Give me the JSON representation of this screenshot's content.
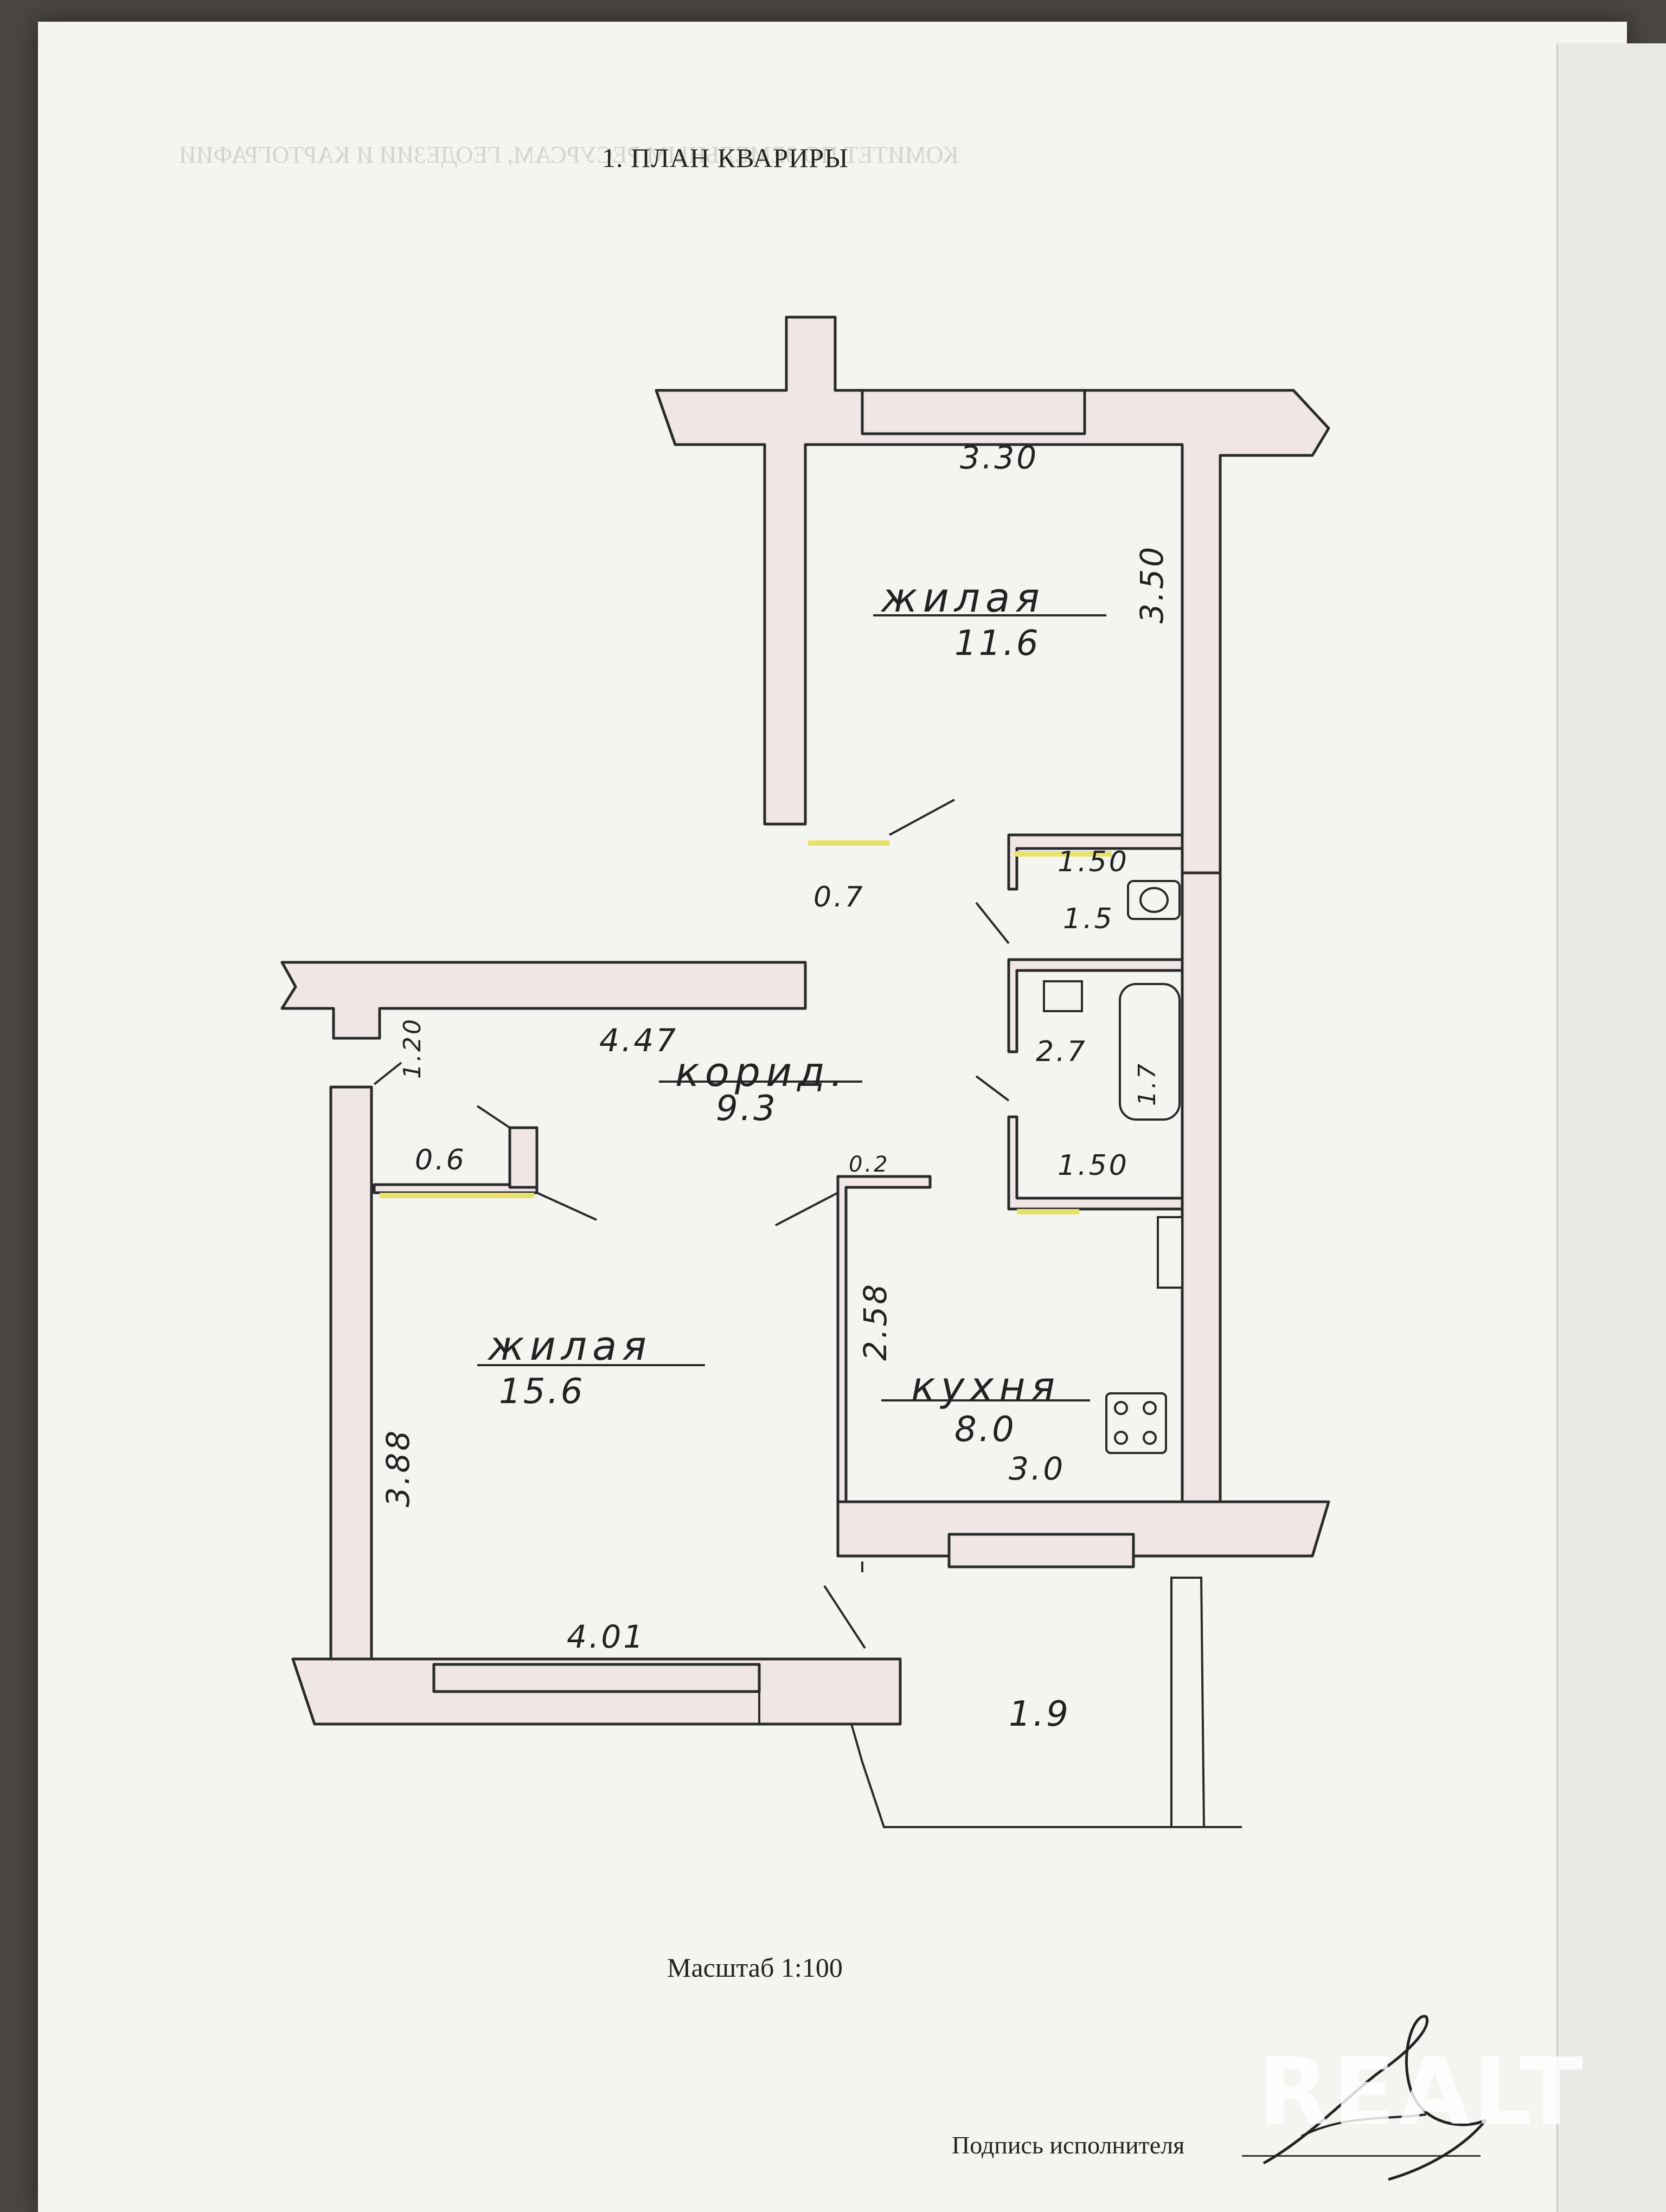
{
  "document": {
    "heading": "1. ПЛАН КВАРИРЫ",
    "scale_label": "Масштаб 1:100",
    "signature_label": "Подпись исполнителя",
    "watermark": "REALT"
  },
  "rooms": [
    {
      "name": "жилая",
      "area": "11.6"
    },
    {
      "name": "корид.",
      "area": "9.3"
    },
    {
      "name": "жилая",
      "area": "15.6"
    },
    {
      "name": "кухня",
      "area": "8.0"
    }
  ],
  "small_areas": {
    "closet_top": "0.7",
    "bathroom": "1.5",
    "washroom": "2.7",
    "closet_left": "0.6",
    "closet_kitchen": "0.2",
    "balcony": "1.9"
  },
  "dimensions": {
    "top_room_width": "3.30",
    "top_room_length": "3.50",
    "bath_width_top": "1.50",
    "bath_width_bottom": "1.50",
    "tub_length": "1.7",
    "corridor_length": "4.47",
    "left_wall_short": "1.20",
    "living_length": "3.88",
    "living_width": "4.01",
    "kitchen_length": "2.58",
    "kitchen_width": "3.0"
  },
  "colors": {
    "wall_fill": "#f0e6e6",
    "highlight": "#e8e26a",
    "ink": "#2a2a2a"
  }
}
